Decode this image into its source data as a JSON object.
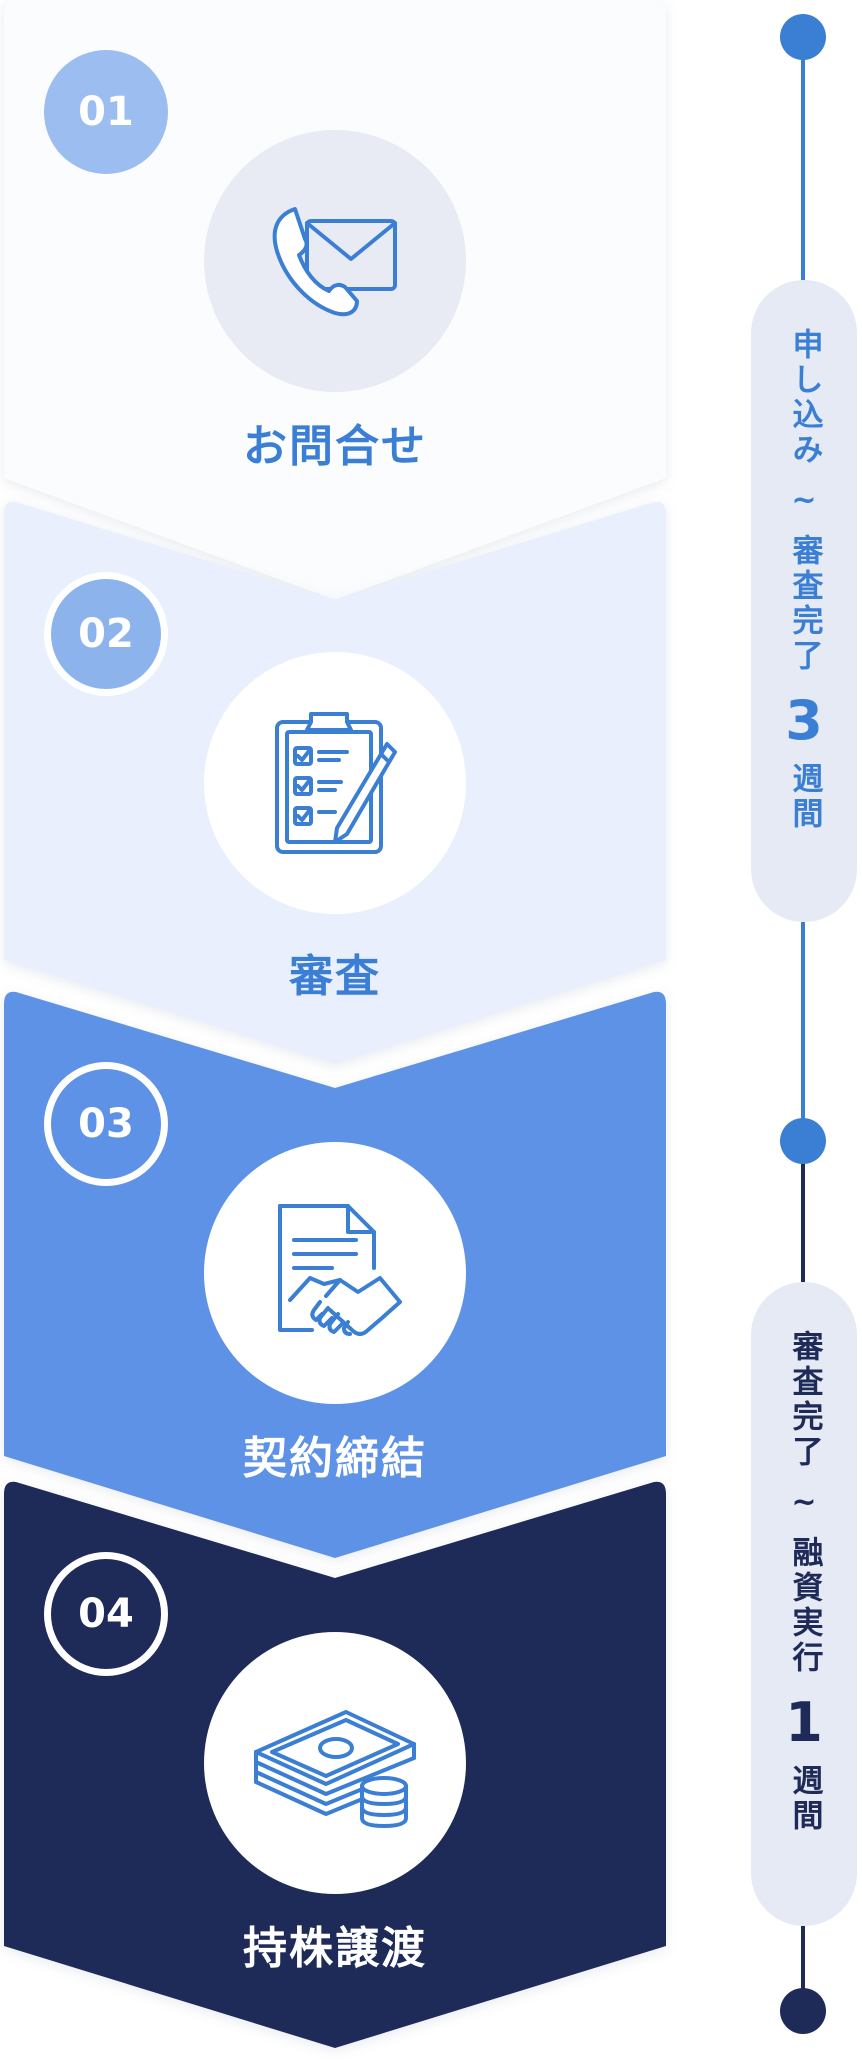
{
  "steps": [
    {
      "number": "01",
      "label": "お問合せ",
      "icon": "phone-mail-icon"
    },
    {
      "number": "02",
      "label": "審査",
      "icon": "clipboard-checklist-icon"
    },
    {
      "number": "03",
      "label": "契約締結",
      "icon": "contract-handshake-icon"
    },
    {
      "number": "04",
      "label": "持株譲渡",
      "icon": "money-stack-coins-icon"
    }
  ],
  "timeline": [
    {
      "start": "申し込み",
      "tilde": "~",
      "end": "審査完了",
      "duration": "3",
      "unit": "週間"
    },
    {
      "start": "審査完了",
      "tilde": "~",
      "end": "融資実行",
      "duration": "1",
      "unit": "週間"
    }
  ],
  "colors": {
    "step1_bg": "#fbfcfe",
    "step2_bg": "#e9effc",
    "step3_bg": "#5e92e7",
    "step4_bg": "#1e2a57",
    "accent_blue": "#3b7fd4",
    "navy": "#1e2a57"
  }
}
